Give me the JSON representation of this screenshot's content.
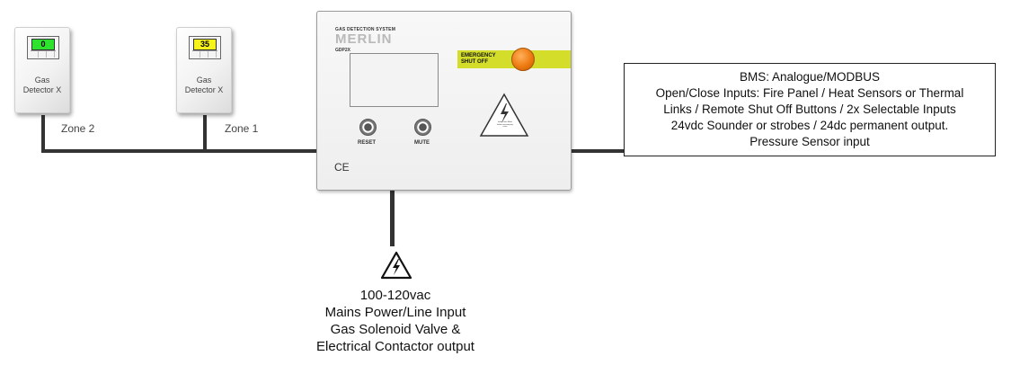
{
  "detectors": [
    {
      "reading": "0",
      "reading_color": "#2de32d",
      "label_lines": [
        "Gas",
        "Detector X"
      ]
    },
    {
      "reading": "35",
      "reading_color": "#f7f41c",
      "label_lines": [
        "Gas",
        "Detector X"
      ]
    }
  ],
  "zones": {
    "zone2": "Zone 2",
    "zone1": "Zone 1"
  },
  "panel": {
    "system_label": "GAS DETECTION SYSTEM",
    "brand": "MERLIN",
    "model": "GDP2X",
    "reset_label": "RESET",
    "mute_label": "MUTE",
    "emergency_lines": "EMERGENCY\nSHUT OFF",
    "ce_mark": "CE",
    "warning_text": "Isolate from Mains before removing top cover",
    "emergency_color": "#d4de2a",
    "button_color": "#ee7a11"
  },
  "bms": {
    "lines": [
      "BMS: Analogue/MODBUS",
      "Open/Close Inputs: Fire Panel / Heat Sensors or Thermal",
      "Links / Remote Shut Off Buttons / 2x Selectable Inputs",
      "24vdc Sounder or strobes / 24dc permanent output.",
      "Pressure Sensor input"
    ]
  },
  "power": {
    "lines": [
      "100-120vac",
      "Mains Power/Line Input",
      "Gas Solenoid Valve &",
      "Electrical Contactor output"
    ]
  },
  "icons": [
    "high-voltage-warning-icon",
    "ce-mark-icon"
  ]
}
